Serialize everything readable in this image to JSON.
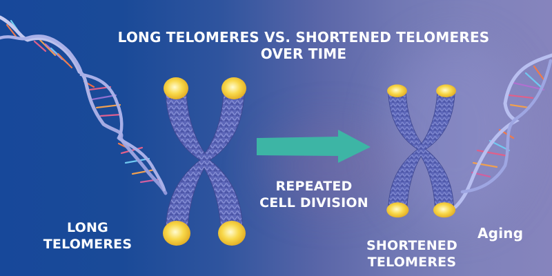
{
  "title": {
    "line1": "LONG TELOMERES VS. SHORTENED TELOMERES",
    "line2": "OVER TIME"
  },
  "labels": {
    "long_telomeres": {
      "line1": "LONG",
      "line2": "TELOMERES"
    },
    "repeated_cell_division": {
      "line1": "REPEATED",
      "line2": "CELL DIVISION"
    },
    "shortened_telomeres": {
      "line1": "SHORTENED",
      "line2": "TELOMERES"
    },
    "aging": "Aging"
  },
  "colors": {
    "background_left": "#17489a",
    "background_right": "#8684bd",
    "arrow": "#3db5a5",
    "telomere_cap": "#f3c93a",
    "chromosome": "#5a64b4",
    "text": "#ffffff"
  },
  "icons": {
    "left_chromosome": "chromosome-long-telomeres",
    "right_chromosome": "chromosome-short-telomeres",
    "arrow": "arrow-right",
    "left_dna": "dna-double-helix",
    "right_dna": "dna-double-helix"
  }
}
